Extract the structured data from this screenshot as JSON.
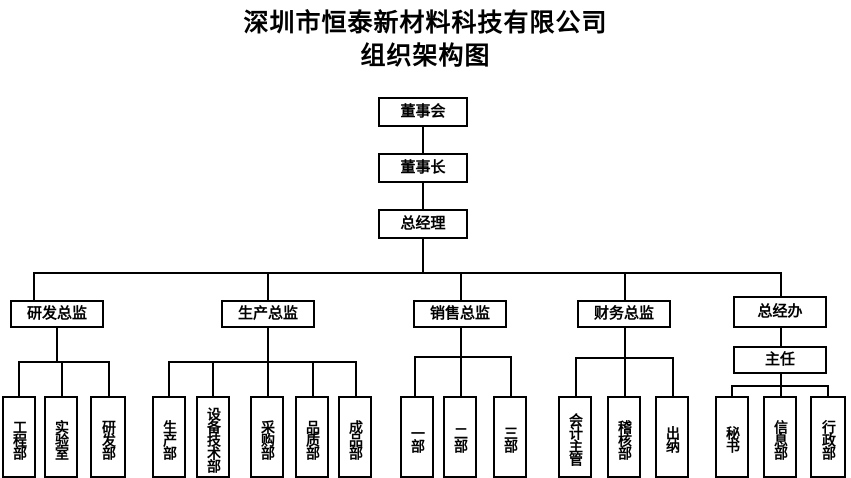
{
  "title": {
    "line1": "深圳市恒泰新材料科技有限公司",
    "line2": "组织架构图"
  },
  "chart_data": {
    "type": "diagram",
    "diagram_kind": "organization-chart",
    "orientation": "top-down",
    "levels": 4,
    "nodes": [
      {
        "id": "board",
        "label": "董事会",
        "level": 1,
        "parent": null
      },
      {
        "id": "chairman",
        "label": "董事长",
        "level": 2,
        "parent": "board"
      },
      {
        "id": "gm",
        "label": "总经理",
        "level": 3,
        "parent": "chairman"
      },
      {
        "id": "rd_director",
        "label": "研发总监",
        "level": 4,
        "parent": "gm"
      },
      {
        "id": "prod_director",
        "label": "生产总监",
        "level": 4,
        "parent": "gm"
      },
      {
        "id": "sales_director",
        "label": "销售总监",
        "level": 4,
        "parent": "gm"
      },
      {
        "id": "finance_director",
        "label": "财务总监",
        "level": 4,
        "parent": "gm"
      },
      {
        "id": "gm_office",
        "label": "总经办",
        "level": 4,
        "parent": "gm"
      },
      {
        "id": "gm_office_chief",
        "label": "主任",
        "level": 5,
        "parent": "gm_office"
      },
      {
        "id": "engineering",
        "label": "工程部",
        "level": 5,
        "parent": "rd_director"
      },
      {
        "id": "lab",
        "label": "实验室",
        "level": 5,
        "parent": "rd_director"
      },
      {
        "id": "rd_dept",
        "label": "研发部",
        "level": 5,
        "parent": "rd_director"
      },
      {
        "id": "prod_dept",
        "label": "生产部",
        "level": 5,
        "parent": "prod_director"
      },
      {
        "id": "equip_tech",
        "label": "设备技术部",
        "level": 5,
        "parent": "prod_director"
      },
      {
        "id": "purchasing",
        "label": "采购部",
        "level": 5,
        "parent": "prod_director"
      },
      {
        "id": "quality",
        "label": "品质部",
        "level": 5,
        "parent": "prod_director"
      },
      {
        "id": "finished",
        "label": "成品部",
        "level": 5,
        "parent": "prod_director"
      },
      {
        "id": "sales_1",
        "label": "一部",
        "level": 5,
        "parent": "sales_director"
      },
      {
        "id": "sales_2",
        "label": "二部",
        "level": 5,
        "parent": "sales_director"
      },
      {
        "id": "sales_3",
        "label": "三部",
        "level": 5,
        "parent": "sales_director"
      },
      {
        "id": "acct_chief",
        "label": "会计主管",
        "level": 5,
        "parent": "finance_director"
      },
      {
        "id": "audit",
        "label": "稽核部",
        "level": 5,
        "parent": "finance_director"
      },
      {
        "id": "cashier",
        "label": "出纳",
        "level": 5,
        "parent": "finance_director"
      },
      {
        "id": "secretary",
        "label": "秘书",
        "level": 6,
        "parent": "gm_office_chief"
      },
      {
        "id": "info_dept",
        "label": "信息部",
        "level": 6,
        "parent": "gm_office_chief"
      },
      {
        "id": "admin_dept",
        "label": "行政部",
        "level": 6,
        "parent": "gm_office_chief"
      }
    ]
  },
  "nodes": {
    "board": "董事会",
    "chairman": "董事长",
    "gm": "总经理",
    "rd_director": "研发总监",
    "prod_director": "生产总监",
    "sales_director": "销售总监",
    "finance_director": "财务总监",
    "gm_office": "总经办",
    "gm_office_chief": "主任",
    "engineering": "工程部",
    "lab": "实验室",
    "rd_dept": "研发部",
    "prod_dept": "生产部",
    "equip_tech": "设备技术部",
    "purchasing": "采购部",
    "quality": "品质部",
    "finished": "成品部",
    "sales_1": "一部",
    "sales_2": "二部",
    "sales_3": "三部",
    "acct_chief": "会计主管",
    "audit": "稽核部",
    "cashier": "出纳",
    "secretary": "秘书",
    "info_dept": "信息部",
    "admin_dept": "行政部"
  },
  "style": {
    "line_color": "#000000",
    "box_border_color": "#000000",
    "background": "#ffffff",
    "text_color": "#000000"
  }
}
